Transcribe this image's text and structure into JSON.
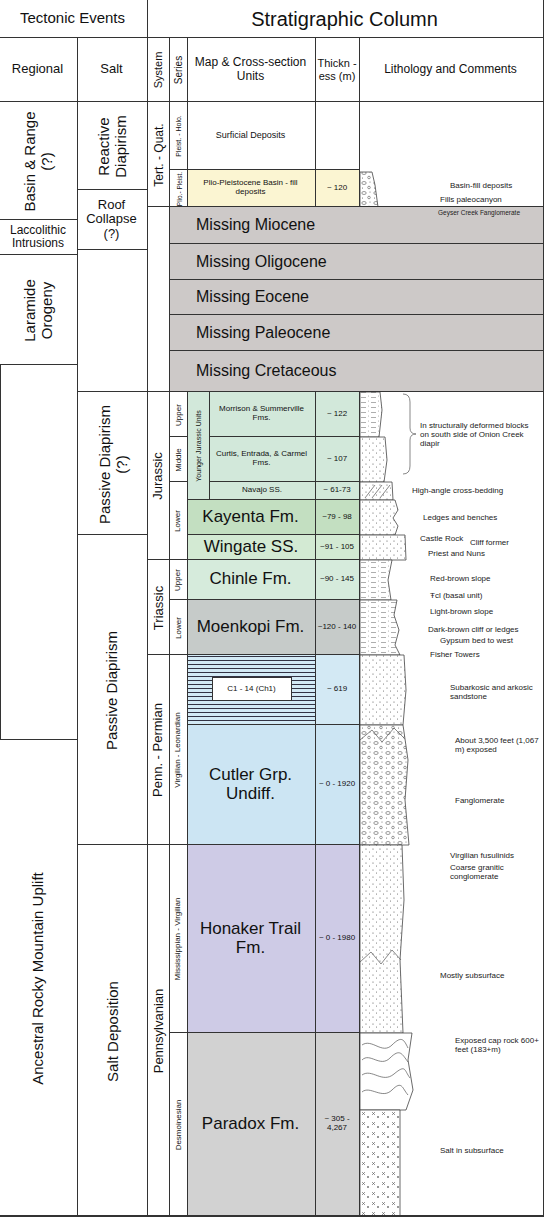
{
  "diagram": {
    "nodes": [
      {
        "text": [
          "Tectonic Events"
        ]
      },
      {
        "text": [
          "Stratigraphic Column"
        ]
      },
      {
        "text": [
          "Regional"
        ]
      },
      {
        "text": [
          "Salt"
        ]
      },
      {
        "text": [
          "System"
        ]
      },
      {
        "text": [
          "Series"
        ]
      },
      {
        "text": [
          "Map & Cross-section Units"
        ]
      },
      {
        "text": [
          "Thickn -ess (m)"
        ]
      },
      {
        "text": [
          "Lithology and Comments"
        ]
      },
      {
        "text": [
          "Basin & Range (?)"
        ]
      },
      {
        "text": [
          "Laccolithic Intrusions"
        ]
      },
      {
        "text": [
          "Laramide Orogeny"
        ]
      },
      {
        "text": [
          "Ancestral Rocky Mountain Uplift"
        ]
      },
      {
        "text": [
          "Reactive Diapirism"
        ]
      },
      {
        "text": [
          "Roof Collapse (?)"
        ]
      },
      {
        "text": [
          "Passive Diapirism (?)"
        ]
      },
      {
        "text": [
          "Passive Diapirism"
        ]
      },
      {
        "text": [
          "Salt Deposition"
        ]
      },
      {
        "text": [
          "Tert. - Quat."
        ]
      },
      {
        "text": [
          "Jurassic"
        ]
      },
      {
        "text": [
          "Triassic"
        ]
      },
      {
        "text": [
          "Penn. - Permian"
        ]
      },
      {
        "text": [
          "Pennsylvanian"
        ]
      },
      {
        "text": [
          "Pleist. - Holo."
        ]
      },
      {
        "text": [
          "Plio.- Pleist."
        ]
      },
      {
        "text": [
          "Missing Miocene"
        ]
      },
      {
        "text": [
          "Missing Oligocene"
        ]
      },
      {
        "text": [
          "Missing Eocene"
        ]
      },
      {
        "text": [
          "Missing Paleocene"
        ]
      },
      {
        "text": [
          "Missing Cretaceous"
        ]
      },
      {
        "text": [
          "Upper"
        ]
      },
      {
        "text": [
          "Middle"
        ]
      },
      {
        "text": [
          "Lower"
        ]
      },
      {
        "text": [
          "Upper"
        ]
      },
      {
        "text": [
          "Lower"
        ]
      },
      {
        "text": [
          "Virgilian - Leonardian"
        ]
      },
      {
        "text": [
          "Mississippian - Virgilian"
        ]
      },
      {
        "text": [
          "Desmoinesian"
        ]
      },
      {
        "text": [
          "Surficial Deposits"
        ]
      },
      {
        "text": [
          "Plio-Pleistocene Basin - fill deposits"
        ]
      },
      {
        "text": [
          "~ 120"
        ]
      },
      {
        "text": [
          "Younger Jurassic Units"
        ]
      },
      {
        "text": [
          "Morrison & Summerville Fms."
        ]
      },
      {
        "text": [
          "~ 122"
        ]
      },
      {
        "text": [
          "Curtis, Entrada, & Carmel Fms."
        ]
      },
      {
        "text": [
          "~ 107"
        ]
      },
      {
        "text": [
          "Navajo SS."
        ]
      },
      {
        "text": [
          "~ 61-73"
        ]
      },
      {
        "text": [
          "Kayenta Fm."
        ]
      },
      {
        "text": [
          "~79 - 98"
        ]
      },
      {
        "text": [
          "Wingate SS."
        ]
      },
      {
        "text": [
          "~91 - 105"
        ]
      },
      {
        "text": [
          "Chinle Fm."
        ]
      },
      {
        "text": [
          "~90 - 145"
        ]
      },
      {
        "text": [
          "Moenkopi Fm."
        ]
      },
      {
        "text": [
          "~120 - 140"
        ]
      },
      {
        "text": [
          "C1 - 14 (Ch1)"
        ]
      },
      {
        "text": [
          "~ 619"
        ]
      },
      {
        "text": [
          "Cutler Grp. Undiff."
        ]
      },
      {
        "text": [
          "~ 0 - 1920"
        ]
      },
      {
        "text": [
          "Honaker Trail Fm."
        ]
      },
      {
        "text": [
          "~ 0 - 1980"
        ]
      },
      {
        "text": [
          "Paradox Fm."
        ]
      },
      {
        "text": [
          "~ 305 - 4,267"
        ]
      }
    ],
    "labels": [
      "Basin-fill deposits",
      "Fills paleocanyon",
      "Geyser Creek Fanglomerate",
      "In structurally deformed blocks on south side of Onion Creek diapir",
      "High-angle cross-bedding",
      "Ledges and benches",
      "Castle Rock",
      "Cliff former",
      "Priest and Nuns",
      "Red-brown slope",
      "Ŧcl (basal unit)",
      "Light-brown slope",
      "Dark-brown cliff or ledges",
      "Gypsum bed to west",
      "Fisher Towers",
      "Subarkosic and arkosic sandstone",
      "About 3,500 feet (1,067 m) exposed",
      "Fanglomerate",
      "Virgilian fusulinids",
      "Coarse granitic conglomerate",
      "Mostly subsurface",
      "Exposed cap rock 600+ feet (183+m)",
      "Salt in subsurface"
    ]
  }
}
